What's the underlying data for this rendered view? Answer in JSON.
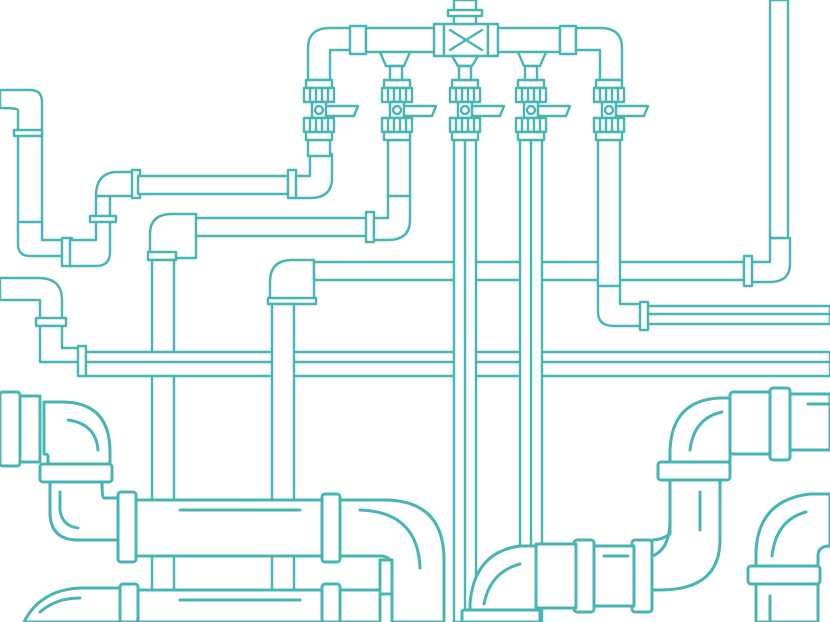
{
  "illustration": {
    "subject": "pipes-and-valves",
    "colors": {
      "stroke": "#48b5b5",
      "fill": "#ffffff",
      "background": "#ffffff"
    },
    "valves": [
      {
        "name": "valve-1"
      },
      {
        "name": "valve-2"
      },
      {
        "name": "valve-3"
      },
      {
        "name": "valve-4"
      },
      {
        "name": "valve-5"
      }
    ]
  }
}
